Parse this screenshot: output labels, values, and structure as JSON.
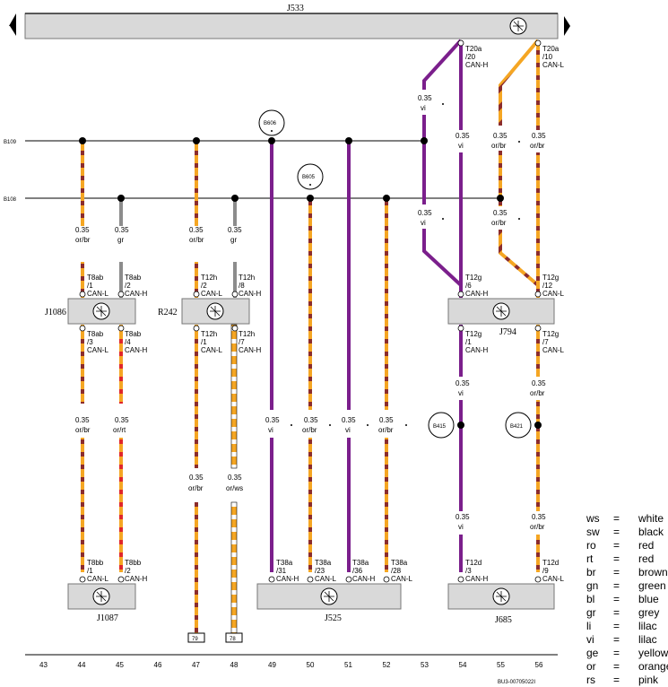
{
  "header": {
    "bus_label": "J533"
  },
  "bus_lines": {
    "b109": "B109",
    "b108": "B108"
  },
  "splices": {
    "b606": "B606",
    "b605": "B605",
    "b415": "B415",
    "b421": "B421"
  },
  "components": {
    "j1086": "J1086",
    "r242": "R242",
    "j794": "J794",
    "j1087": "J1087",
    "j525": "J525",
    "j685": "J685"
  },
  "wires": {
    "w44_top_size": "0.35",
    "w44_top_color": "or/br",
    "w45_top_size": "0.35",
    "w45_top_color": "gr",
    "w47_top_size": "0.35",
    "w47_top_color": "or/br",
    "w48_top_size": "0.35",
    "w48_top_color": "gr",
    "w44_bot_size": "0.35",
    "w44_bot_color": "or/br",
    "w45_bot_size": "0.35",
    "w45_bot_color": "or/rt",
    "w47_bot_size": "0.35",
    "w47_bot_color": "or/br",
    "w48_bot_size": "0.35",
    "w48_bot_color": "or/ws",
    "w49_size": "0.35",
    "w49_color": "vi",
    "w50_size": "0.35",
    "w50_color": "or/br",
    "w51_size": "0.35",
    "w51_color": "vi",
    "w52_size": "0.35",
    "w52_color": "or/br",
    "w53_upper_size": "0.35",
    "w53_upper_color": "vi",
    "w53_lower_size": "0.35",
    "w53_lower_color": "vi",
    "w54_upper_size": "0.35",
    "w54_upper_color": "vi",
    "w55_upper_size": "0.35",
    "w55_upper_color": "or/br",
    "w55_lower_size": "0.35",
    "w55_lower_color": "or/br",
    "w56_upper_size": "0.35",
    "w56_upper_color": "or/br",
    "w54_bot1_size": "0.35",
    "w54_bot1_color": "vi",
    "w56_bot1_size": "0.35",
    "w56_bot1_color": "or/br",
    "w54_bot2_size": "0.35",
    "w54_bot2_color": "vi",
    "w56_bot2_size": "0.35",
    "w56_bot2_color": "or/br"
  },
  "pins": {
    "t8ab1": "T8ab",
    "t8ab1_n": "/1",
    "t8ab1_s": "CAN-L",
    "t8ab2": "T8ab",
    "t8ab2_n": "/2",
    "t8ab2_s": "CAN-H",
    "t12h8": "T12h",
    "t12h8_n": "/8",
    "t12h8_s": "CAN-H",
    "t12h2": "T12h",
    "t12h2_n": "/2",
    "t12h2_s": "CAN-L",
    "t8ab3": "T8ab",
    "t8ab3_n": "/3",
    "t8ab3_s": "CAN-L",
    "t8ab4": "T8ab",
    "t8ab4_n": "/4",
    "t8ab4_s": "CAN-H",
    "t12h1": "T12h",
    "t12h1_n": "/1",
    "t12h1_s": "CAN-L",
    "t12h7": "T12h",
    "t12h7_n": "/7",
    "t12h7_s": "CAN-H",
    "t20a20": "T20a",
    "t20a20_n": "/20",
    "t20a20_s": "CAN-H",
    "t20a10": "T20a",
    "t20a10_n": "/10",
    "t20a10_s": "CAN-L",
    "t12g6": "T12g",
    "t12g6_n": "/6",
    "t12g6_s": "CAN-H",
    "t12g12": "T12g",
    "t12g12_n": "/12",
    "t12g12_s": "CAN-L",
    "t12g1": "T12g",
    "t12g1_n": "/1",
    "t12g1_s": "CAN-H",
    "t12g7": "T12g",
    "t12g7_n": "/7",
    "t12g7_s": "CAN-L",
    "t8bb1": "T8bb",
    "t8bb1_n": "/1",
    "t8bb1_s": "CAN-L",
    "t8bb2": "T8bb",
    "t8bb2_n": "/2",
    "t8bb2_s": "CAN-H",
    "t38a31": "T38a",
    "t38a31_n": "/31",
    "t38a31_s": "CAN-H",
    "t38a23": "T38a",
    "t38a23_n": "/23",
    "t38a23_s": "CAN-L",
    "t38a36": "T38a",
    "t38a36_n": "/36",
    "t38a36_s": "CAN-H",
    "t38a28": "T38a",
    "t38a28_n": "/28",
    "t38a28_s": "CAN-L",
    "t12d3": "T12d",
    "t12d3_n": "/3",
    "t12d3_s": "CAN-H",
    "t12d9": "T12d",
    "t12d9_n": "/9",
    "t12d9_s": "CAN-L"
  },
  "references": {
    "ref79": "79",
    "ref78": "78"
  },
  "axis_numbers": [
    "43",
    "44",
    "45",
    "46",
    "47",
    "48",
    "49",
    "50",
    "51",
    "52",
    "53",
    "54",
    "55",
    "56"
  ],
  "doc_id": "BU3-00705022I",
  "legend": [
    {
      "code": "ws",
      "eq": "=",
      "meaning": "white"
    },
    {
      "code": "sw",
      "eq": "=",
      "meaning": "black"
    },
    {
      "code": "ro",
      "eq": "=",
      "meaning": "red"
    },
    {
      "code": "rt",
      "eq": "=",
      "meaning": "red"
    },
    {
      "code": "br",
      "eq": "=",
      "meaning": "brown"
    },
    {
      "code": "gn",
      "eq": "=",
      "meaning": "green"
    },
    {
      "code": "bl",
      "eq": "=",
      "meaning": "blue"
    },
    {
      "code": "gr",
      "eq": "=",
      "meaning": "grey"
    },
    {
      "code": "li",
      "eq": "=",
      "meaning": "lilac"
    },
    {
      "code": "vi",
      "eq": "=",
      "meaning": "lilac"
    },
    {
      "code": "ge",
      "eq": "=",
      "meaning": "yellow"
    },
    {
      "code": "or",
      "eq": "=",
      "meaning": "orange"
    },
    {
      "code": "rs",
      "eq": "=",
      "meaning": "pink"
    }
  ],
  "colors": {
    "orange": "#f5a623",
    "brown": "#8b2c2c",
    "violet": "#7b1f8c",
    "grey": "#8c8c8c",
    "red": "#e0262b",
    "white": "#ffffff",
    "box": "#d9d9d9"
  }
}
